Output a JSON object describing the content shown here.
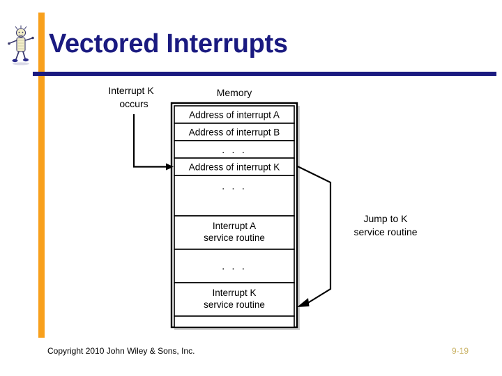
{
  "slide": {
    "title": "Vectored Interrupts",
    "accent_bar_color": "#f8a01c",
    "rule_color": "#1a1a80",
    "title_color": "#1a1a80",
    "mascot_icon": "stick-figure-mascot-icon"
  },
  "footer": {
    "copyright": "Copyright 2010 John Wiley & Sons, Inc.",
    "page_number": "9-19",
    "page_number_color": "#c9b264"
  },
  "diagram": {
    "type": "memory-vector-table",
    "memory_heading": "Memory",
    "left_annotation_line1": "Interrupt K",
    "left_annotation_line2": "occurs",
    "right_annotation_line1": "Jump to K",
    "right_annotation_line2": "service routine",
    "ellipsis": ". . .",
    "rows": [
      {
        "label": "Address of interrupt A",
        "kind": "entry"
      },
      {
        "label": "Address of interrupt B",
        "kind": "entry"
      },
      {
        "label": ". . .",
        "kind": "ellipsis"
      },
      {
        "label": "Address of interrupt K",
        "kind": "entry-target"
      },
      {
        "label": ". . .",
        "kind": "ellipsis-tall"
      },
      {
        "label": "Interrupt A\nservice routine",
        "line1": "Interrupt A",
        "line2": "service routine",
        "kind": "routine"
      },
      {
        "label": ". . .",
        "kind": "ellipsis-tall"
      },
      {
        "label": "Interrupt K\nservice routine",
        "line1": "Interrupt K",
        "line2": "service routine",
        "kind": "routine-target"
      },
      {
        "label": "",
        "kind": "empty"
      }
    ]
  }
}
